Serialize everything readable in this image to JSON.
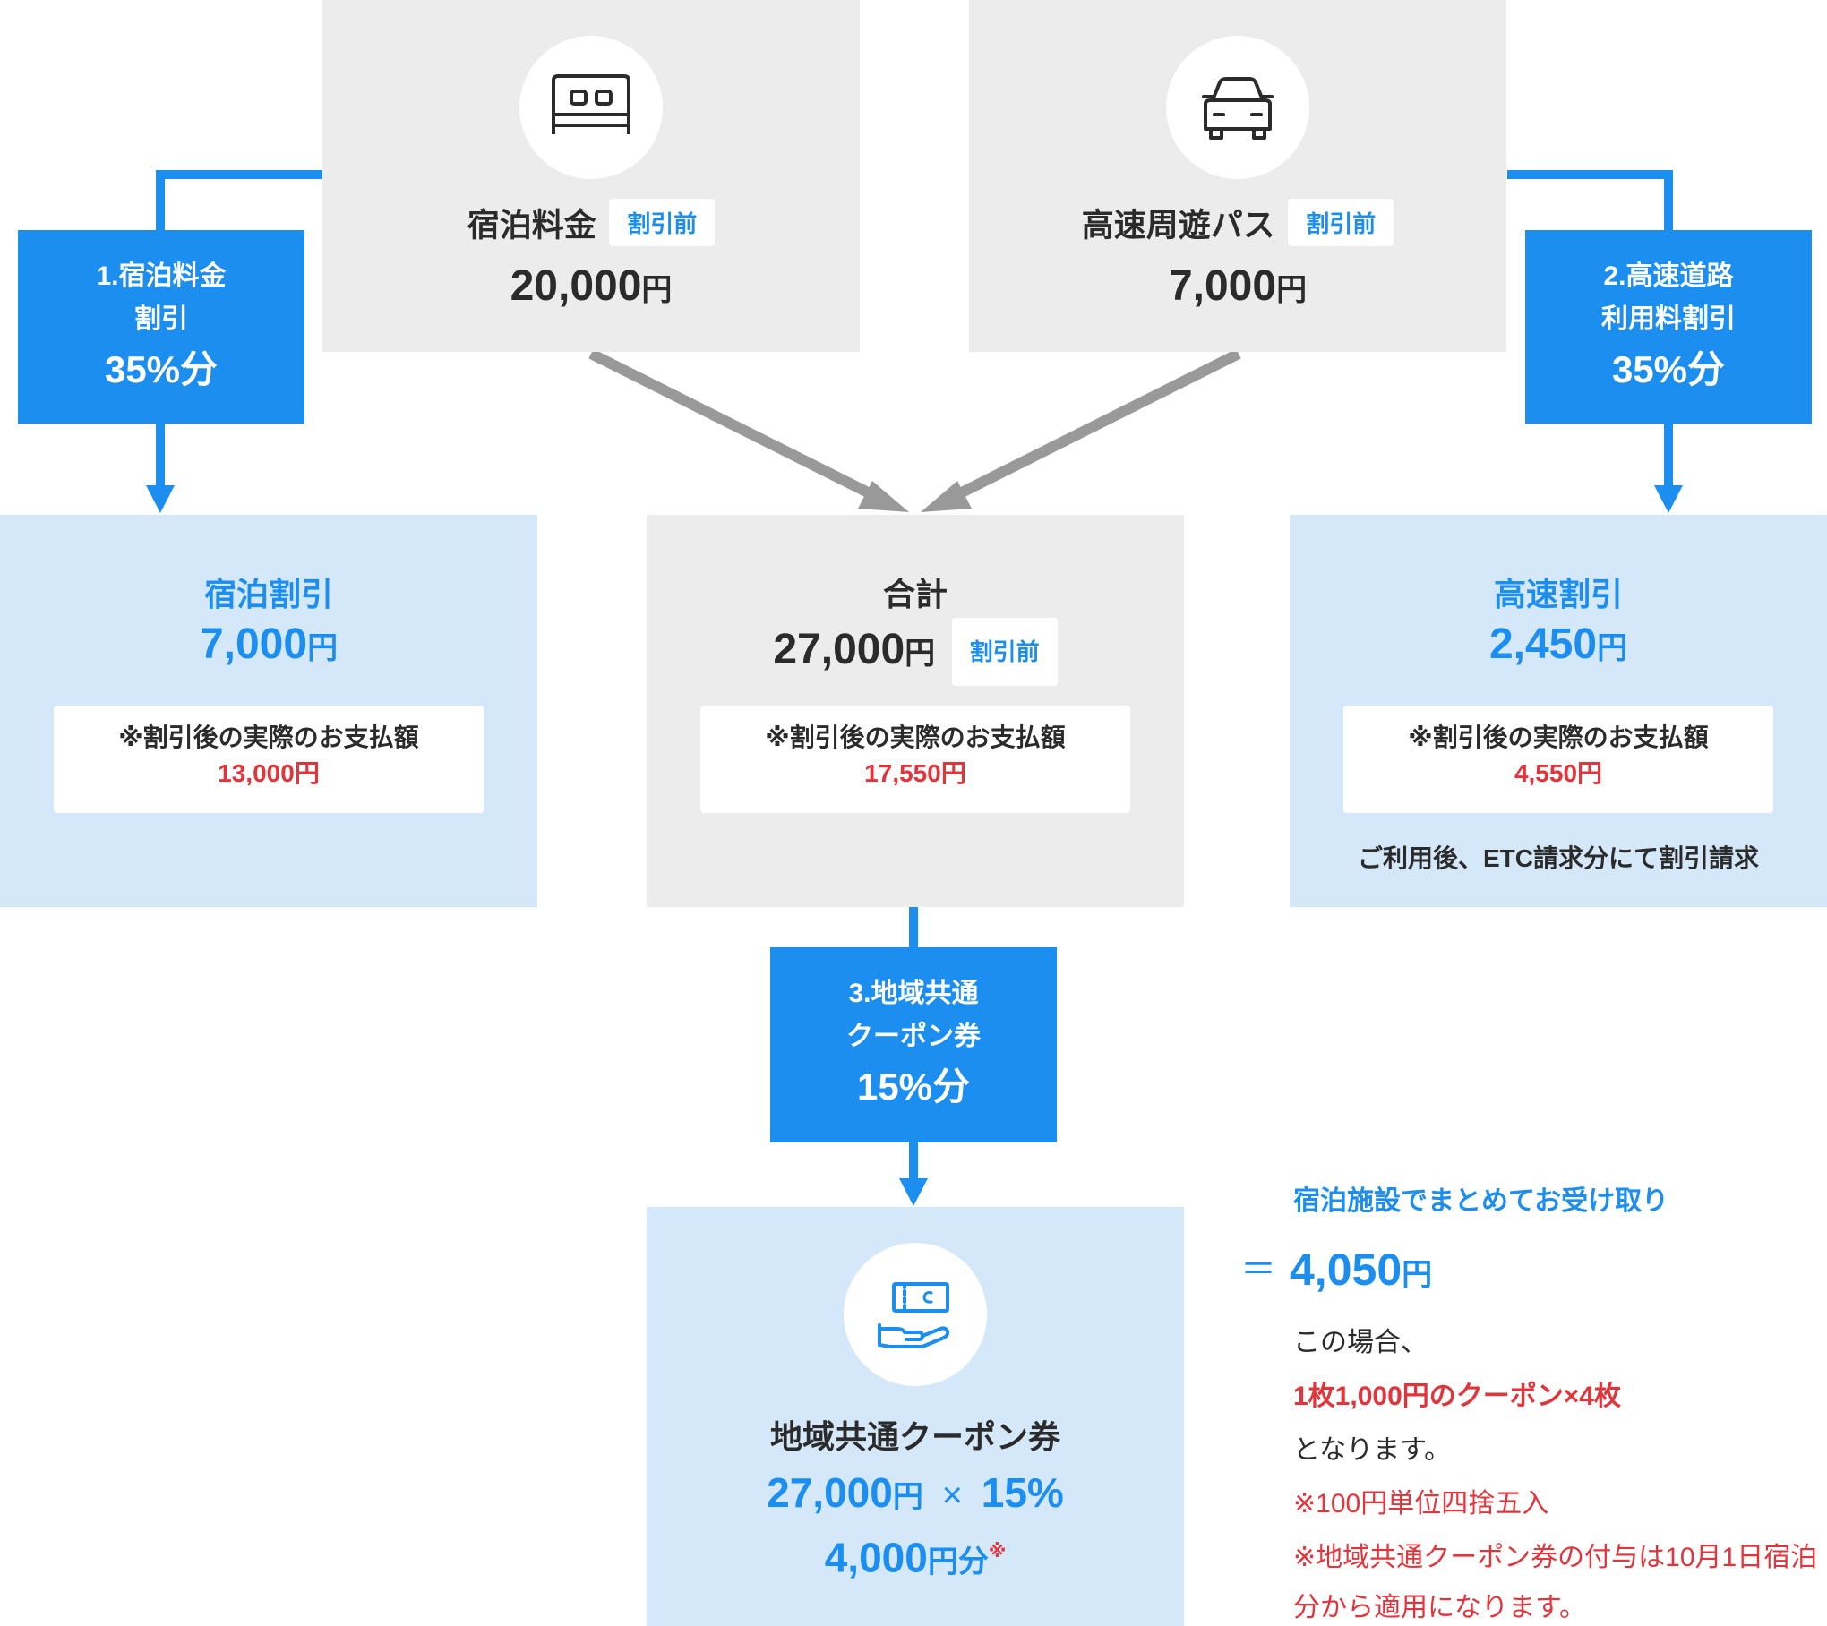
{
  "lodging": {
    "title": "宿泊料金",
    "badge": "割引前",
    "amount": "20,000",
    "unit": "円",
    "icon": "bed-icon"
  },
  "highway": {
    "title": "高速周遊パス",
    "badge": "割引前",
    "amount": "7,000",
    "unit": "円",
    "icon": "car-icon"
  },
  "discount_lodging": {
    "line1": "1.宿泊料金",
    "line2": "割引",
    "percent": "35%分"
  },
  "discount_highway": {
    "line1": "2.高速道路",
    "line2": "利用料割引",
    "percent": "35%分"
  },
  "discount_coupon": {
    "line1": "3.地域共通",
    "line2": "クーポン券",
    "percent": "15%分"
  },
  "lodging_result": {
    "title": "宿泊割引",
    "amount": "7,000",
    "unit": "円",
    "note": "※割引後の実際のお支払額",
    "paid": "13,000円"
  },
  "total": {
    "title": "合計",
    "amount": "27,000",
    "unit": "円",
    "badge": "割引前",
    "note": "※割引後の実際のお支払額",
    "paid": "17,550円"
  },
  "highway_result": {
    "title": "高速割引",
    "amount": "2,450",
    "unit": "円",
    "note": "※割引後の実際のお支払額",
    "paid": "4,550円",
    "footer": "ご利用後、ETC請求分にて割引請求"
  },
  "coupon": {
    "title": "地域共通クーポン券",
    "base": "27,000",
    "unit": "円",
    "times": "×",
    "rate": "15%",
    "result": "4,000",
    "result_unit": "円分",
    "mark": "※",
    "icon": "coupon-hand-icon"
  },
  "side_note": {
    "receive": "宿泊施設でまとめてお受け取り",
    "equals": "＝",
    "amount": "4,050",
    "unit": "円",
    "line1": "この場合、",
    "line2": "1枚1,000円のクーポン×4枚",
    "line3": "となります。",
    "note1": "※100円単位四捨五入",
    "note2a": "※地域共通クーポン券の付与は10月1日宿泊",
    "note2b": "分から適用になります。"
  },
  "colors": {
    "accent_blue": "#1c8ef0",
    "light_blue": "#d4e8fa",
    "grey": "#ececec",
    "red": "#e2353b",
    "arrow_grey": "#999999"
  }
}
